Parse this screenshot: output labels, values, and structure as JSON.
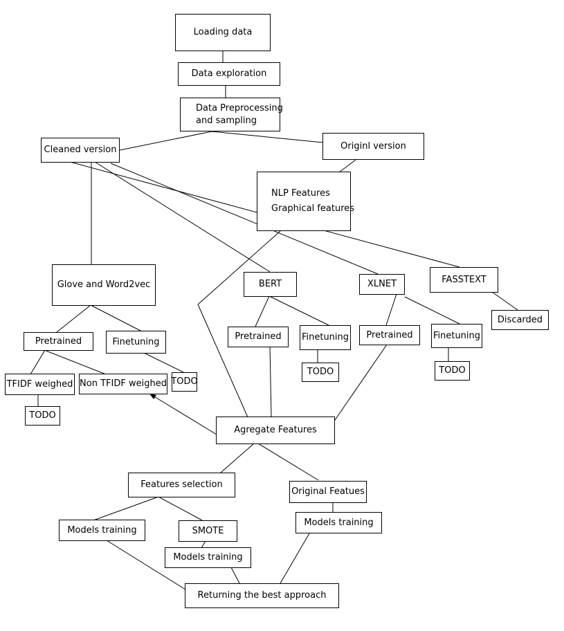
{
  "diagram": {
    "nodes": {
      "loading": "Loading data",
      "exploration": "Data exploration",
      "prep": [
        "Data Preprocessing",
        "and sampling"
      ],
      "cleaned": "Cleaned version",
      "original": "Originl version",
      "nlp": [
        "NLP Features",
        "Graphical features"
      ],
      "glove": "Glove and Word2vec",
      "bert": "BERT",
      "xlnet": "XLNET",
      "fasttext": "FASSTEXT",
      "discarded": "Discarded",
      "glove_pretrained": "Pretrained",
      "glove_finetuning": "Finetuning",
      "bert_pretrained": "Pretrained",
      "bert_finetuning": "Finetuning",
      "xlnet_pretrained": "Pretrained",
      "xlnet_finetuning": "Finetuning",
      "tfidf": "TFIDF weighed",
      "non_tfidf": "Non TFIDF weighed",
      "todo_glove_ft": "TODO",
      "todo_bert_ft": "TODO",
      "todo_xlnet_ft": "TODO",
      "todo_tfidf": "TODO",
      "aggregate": "Agregate Features",
      "feat_sel": "Features selection",
      "orig_feat": "Original Featues",
      "models_left": "Models training",
      "smote": "SMOTE",
      "models_smote": "Models training",
      "models_right": "Models training",
      "best": "Returning the best approach"
    }
  }
}
